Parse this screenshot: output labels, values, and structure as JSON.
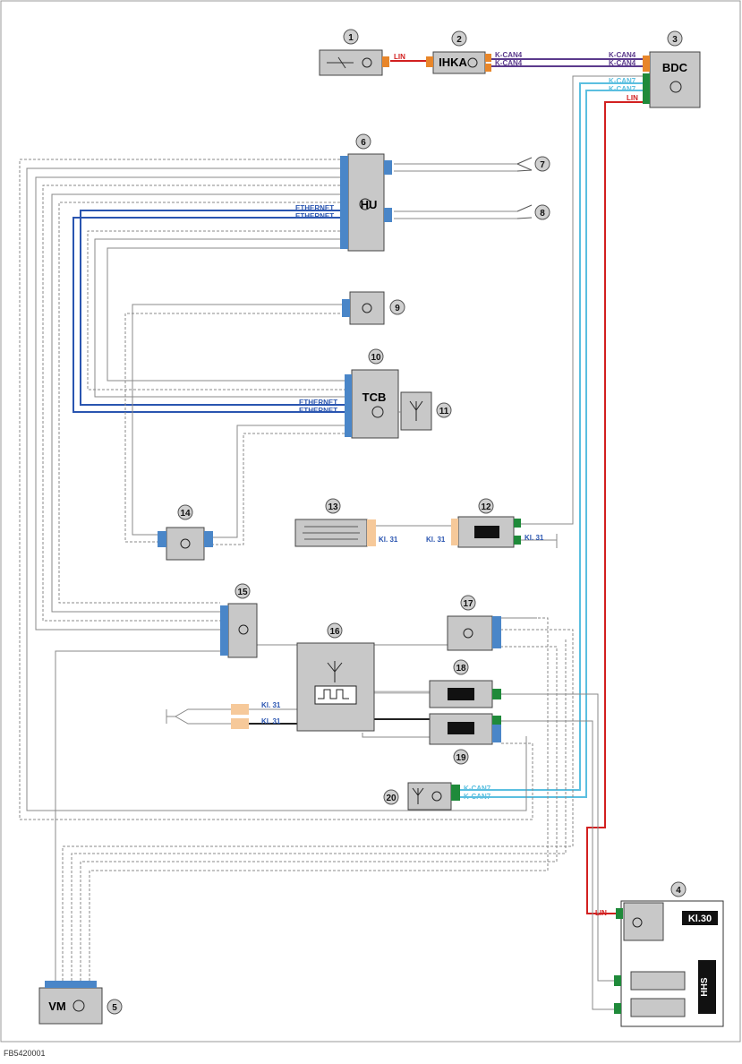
{
  "figure_code": "FB5420001",
  "colors": {
    "kcan4": "#5b3a8c",
    "kcan7": "#5bbfe0",
    "lin": "#d22020",
    "ethernet": "#2a55b0",
    "connector_blue": "#4a86c8",
    "connector_orange": "#e8862a",
    "connector_green": "#1f8a3a",
    "component_gray": "#c8c8c8"
  },
  "components": {
    "c1": {
      "number": "1"
    },
    "c2": {
      "number": "2",
      "label": "IHKA"
    },
    "c3": {
      "number": "3",
      "label": "BDC"
    },
    "c4": {
      "number": "4",
      "kl30": "Kl.30",
      "hhs": "HHS"
    },
    "c5": {
      "number": "5",
      "label": "VM"
    },
    "c6": {
      "number": "6",
      "label": "HU"
    },
    "c7": {
      "number": "7"
    },
    "c8": {
      "number": "8"
    },
    "c9": {
      "number": "9"
    },
    "c10": {
      "number": "10",
      "label": "TCB"
    },
    "c11": {
      "number": "11"
    },
    "c12": {
      "number": "12"
    },
    "c13": {
      "number": "13"
    },
    "c14": {
      "number": "14"
    },
    "c15": {
      "number": "15"
    },
    "c16": {
      "number": "16"
    },
    "c17": {
      "number": "17"
    },
    "c18": {
      "number": "18"
    },
    "c19": {
      "number": "19"
    },
    "c20": {
      "number": "20"
    }
  },
  "bus_labels": {
    "lin": "LIN",
    "kcan4": "K-CAN4",
    "kcan7": "K-CAN7",
    "ethernet": "ETHERNET",
    "kl31": "Kl. 31"
  }
}
